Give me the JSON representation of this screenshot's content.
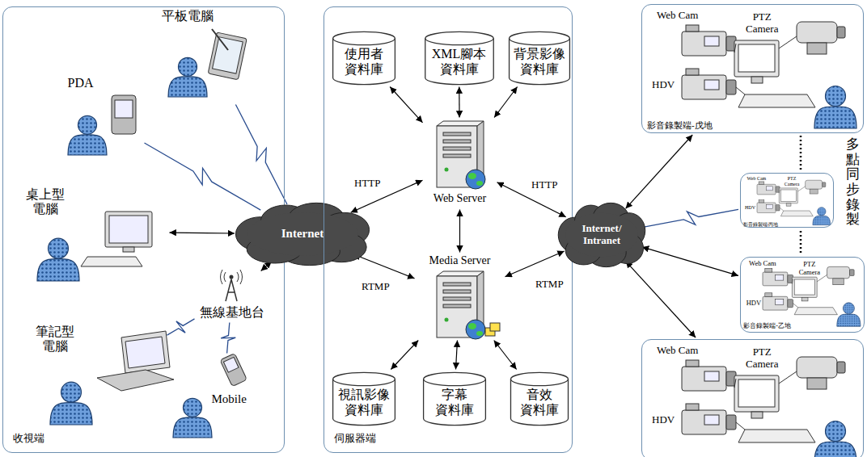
{
  "diagram": {
    "nodes": [
      {
        "text": [
          "收視端"
        ]
      },
      {
        "text": [
          "平板電腦"
        ],
        "in": 0
      },
      {
        "text": [
          "PDA"
        ],
        "in": 0
      },
      {
        "text": [
          "桌上型 電腦"
        ],
        "in": 0
      },
      {
        "text": [
          "筆記型 電腦"
        ],
        "in": 0
      },
      {
        "text": [
          "Mobile"
        ],
        "in": 0
      },
      {
        "text": [
          "無線基地台"
        ],
        "in": 0
      },
      {
        "text": [
          "Internet"
        ]
      },
      {
        "text": [
          "伺服器端"
        ]
      },
      {
        "text": [
          "使用者 資料庫"
        ],
        "in": 8
      },
      {
        "text": [
          "XML腳本 資料庫"
        ],
        "in": 8
      },
      {
        "text": [
          "背景影像 資料庫"
        ],
        "in": 8
      },
      {
        "text": [
          "Web Server"
        ],
        "in": 8
      },
      {
        "text": [
          "Media Server"
        ],
        "in": 8
      },
      {
        "text": [
          "視訊影像 資料庫"
        ],
        "in": 8
      },
      {
        "text": [
          "字幕 資料庫"
        ],
        "in": 8
      },
      {
        "text": [
          "音效 資料庫"
        ],
        "in": 8
      },
      {
        "text": [
          "Internet/ Intranet"
        ]
      },
      {
        "text": [
          "Web Cam",
          "PTZ Camera",
          "HDV",
          "影音錄製端-戊地"
        ]
      },
      {
        "text": [
          "Web Cam",
          "PTZ Camera",
          "HDV",
          "影音錄製端-丙地"
        ]
      },
      {
        "text": [
          "Web Cam",
          "PTZ Camera",
          "HDV",
          "影音錄製端-乙地"
        ]
      },
      {
        "text": [
          "Web Cam",
          "PTZ Camera",
          "HDV"
        ]
      }
    ],
    "edges": [
      {
        "from": 1,
        "to": 7,
        "arrow": "none"
      },
      {
        "from": 2,
        "to": 7,
        "arrow": "none"
      },
      {
        "from": 3,
        "to": 7,
        "arrow": "both"
      },
      {
        "from": 4,
        "to": 6,
        "arrow": "none"
      },
      {
        "from": 5,
        "to": 6,
        "arrow": "none"
      },
      {
        "from": 6,
        "to": 7,
        "arrow": "both"
      },
      {
        "from": 7,
        "to": 12,
        "label": "HTTP",
        "arrow": "both"
      },
      {
        "from": 7,
        "to": 13,
        "label": "RTMP",
        "arrow": "both"
      },
      {
        "from": 9,
        "to": 12,
        "arrow": "both"
      },
      {
        "from": 10,
        "to": 12,
        "arrow": "both"
      },
      {
        "from": 11,
        "to": 12,
        "arrow": "both"
      },
      {
        "from": 12,
        "to": 13,
        "arrow": "both"
      },
      {
        "from": 14,
        "to": 13,
        "arrow": "both"
      },
      {
        "from": 15,
        "to": 13,
        "arrow": "both"
      },
      {
        "from": 16,
        "to": 13,
        "arrow": "both"
      },
      {
        "from": 12,
        "to": 17,
        "label": "HTTP",
        "arrow": "both"
      },
      {
        "from": 13,
        "to": 17,
        "label": "RTMP",
        "arrow": "both"
      },
      {
        "from": 17,
        "to": 18,
        "arrow": "both"
      },
      {
        "from": 17,
        "to": 19,
        "arrow": "none"
      },
      {
        "from": 17,
        "to": 20,
        "arrow": "both"
      },
      {
        "from": 17,
        "to": 21,
        "arrow": "both"
      }
    ],
    "labels": [
      "多點同步錄製"
    ]
  }
}
